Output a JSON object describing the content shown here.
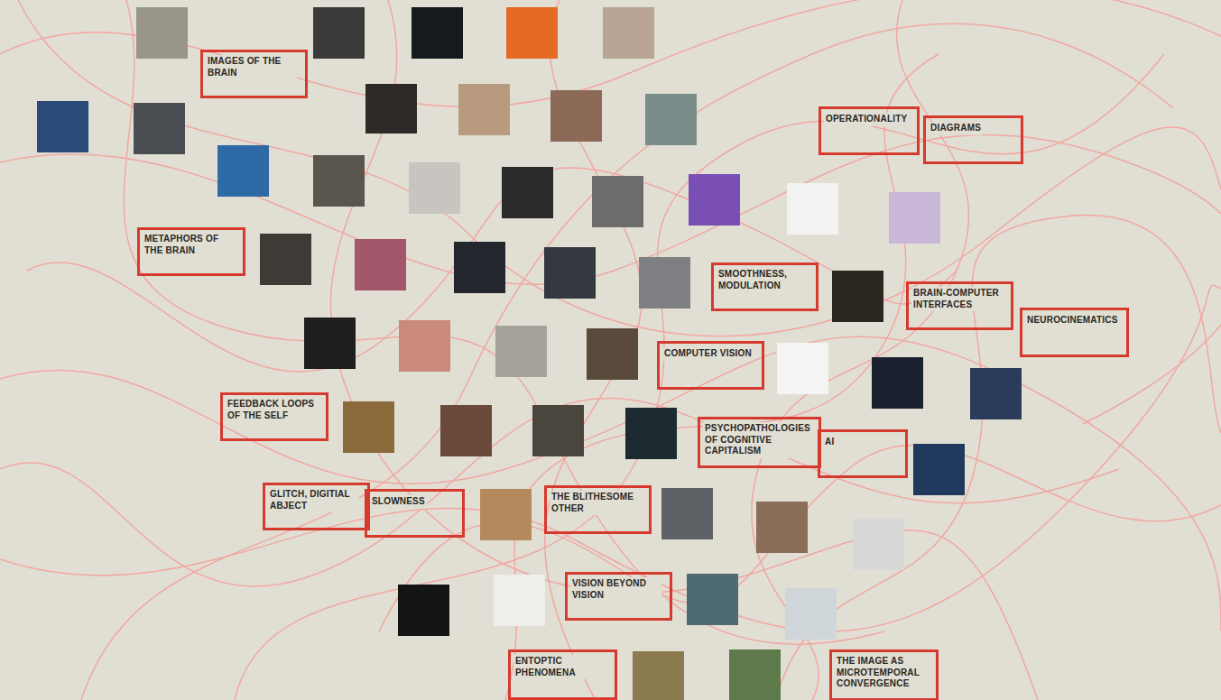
{
  "diagram": {
    "nodes": [
      {
        "text": [
          "IMAGES OF THE BRAIN"
        ]
      },
      {
        "text": [
          "OPERATIONALITY"
        ]
      },
      {
        "text": [
          "DIAGRAMS"
        ]
      },
      {
        "text": [
          "METAPHORS OF THE BRAIN"
        ]
      },
      {
        "text": [
          "SMOOTHNESS, MODULATION"
        ]
      },
      {
        "text": [
          "BRAIN-COMPUTER INTERFACES"
        ]
      },
      {
        "text": [
          "NEUROCINEMATICS"
        ]
      },
      {
        "text": [
          "COMPUTER VISION"
        ]
      },
      {
        "text": [
          "FEEDBACK LOOPS OF THE SELF"
        ]
      },
      {
        "text": [
          "PSYCHOPATHOLOGIES OF COGNITIVE CAPITALISM"
        ]
      },
      {
        "text": [
          "AI"
        ]
      },
      {
        "text": [
          "GLITCH, DIGITIAL ABJECT"
        ]
      },
      {
        "text": [
          "SLOWNESS"
        ]
      },
      {
        "text": [
          "THE BLITHESOME OTHER"
        ]
      },
      {
        "text": [
          "VISION BEYOND VISION"
        ]
      },
      {
        "text": [
          "ENTOPTIC PHENOMENA"
        ]
      },
      {
        "text": [
          "THE IMAGE AS MICROTEMPORAL CONVERGENCE"
        ]
      }
    ]
  }
}
